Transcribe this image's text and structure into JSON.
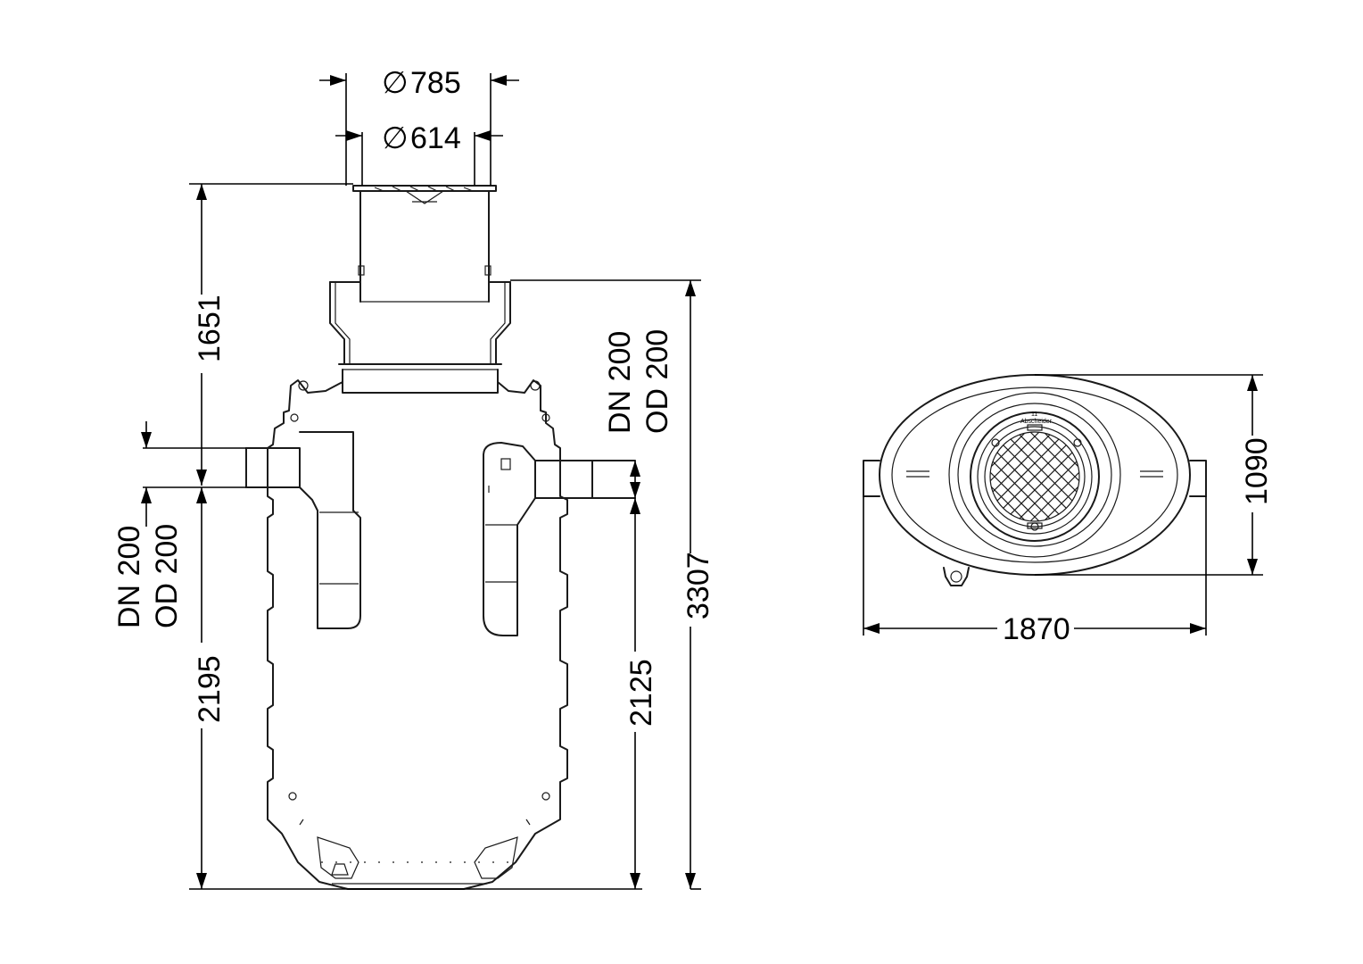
{
  "side_view": {
    "dia_outer": "785",
    "dia_inner": "614",
    "height_upper": "1651",
    "height_total": "3307",
    "inlet_height": "2195",
    "outlet_height": "2125",
    "inlet_dn": "DN 200",
    "inlet_od": "OD 200",
    "outlet_dn": "DN 200",
    "outlet_od": "OD 200",
    "diameter_symbol": "∅"
  },
  "top_view": {
    "width": "1870",
    "depth": "1090",
    "cover_text_top": "11",
    "cover_text_ring": "Abscheider"
  },
  "colors": {
    "line": "#1a1a1a",
    "background": "#ffffff"
  }
}
